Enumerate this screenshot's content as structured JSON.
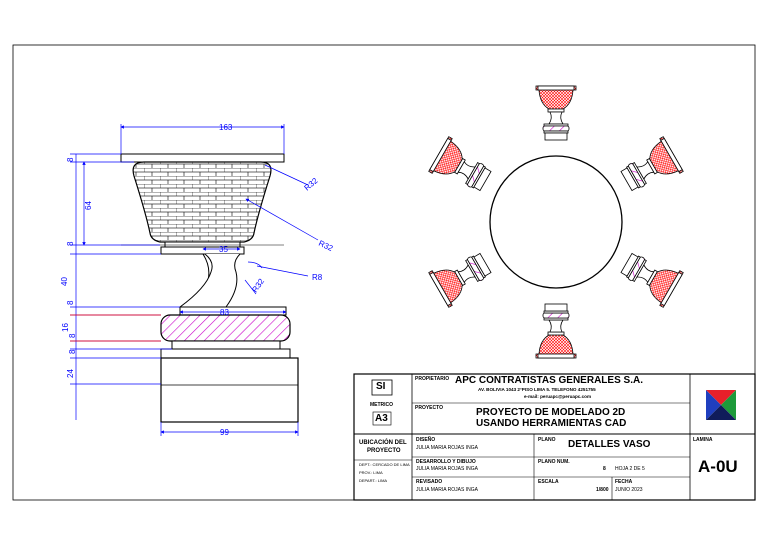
{
  "dimensions": {
    "top_width": "163",
    "bowl_rim_height": "8",
    "bowl_height": "64",
    "bowl_base_height": "8",
    "neck_width": "35",
    "neck_height": "40",
    "ring_top": "8",
    "ring_height": "16",
    "ring_bottom_a": "8",
    "ring_bottom_b": "8",
    "base_height": "24",
    "ring_width": "83",
    "base_width": "99",
    "radius_bowl_outer": "R32",
    "radius_bowl_inner": "R32",
    "radius_neck": "R8",
    "radius_foot": "R32"
  },
  "title_block": {
    "logo_si": "SI",
    "logo_units": "METRICO",
    "logo_sheet_size": "A3",
    "owner_label": "PROPIETARIO",
    "company": "APC CONTRATISTAS GENERALES S.A.",
    "address": "AV. BOLIVIA 1043 2°PISO LIMA 5. TELEFONO 4251755",
    "email": "e-mail: peruapc@peruapc.com",
    "project_label": "PROYECTO",
    "project_line1": "PROYECTO DE MODELADO 2D",
    "project_line2": "USANDO HERRAMIENTAS CAD",
    "location_title_1": "UBICACIÓN DEL",
    "location_title_2": "PROYECTO",
    "location_dept": "DEPT.: CERCADO DE LIMA",
    "location_prov": "PROV.: LIMA",
    "location_depart": "DEPART.: LIMA",
    "design_label": "DISEÑO",
    "design_name": "JULIA MARIA ROJAS INGA",
    "drawing_label": "DESARROLLO Y DIBUJO",
    "drawing_name": "JULIA MARIA ROJAS INGA",
    "review_label": "REVISADO",
    "review_name": "JULIA MARIA ROJAS INGA",
    "plan_label": "PLANO",
    "plan_title": "DETALLES VASO",
    "plan_num_label": "PLANO NUM.",
    "plan_num": "8",
    "sheet_count": "HOJA 2 DE 5",
    "scale_label": "ESCALA",
    "scale_value": "1/800",
    "date_label": "FECHA",
    "date_value": "JUNIO 2023",
    "lamina_label": "LAMINA",
    "lamina_value": "A-0U"
  },
  "colors": {
    "dimension": "#0000ff",
    "hatch_red": "#ff0000",
    "hatch_magenta": "#cc00cc",
    "logo_red": "#e8202a",
    "logo_blue": "#1f3fbf",
    "logo_green": "#1d9a3a",
    "logo_navy": "#101c5a"
  }
}
